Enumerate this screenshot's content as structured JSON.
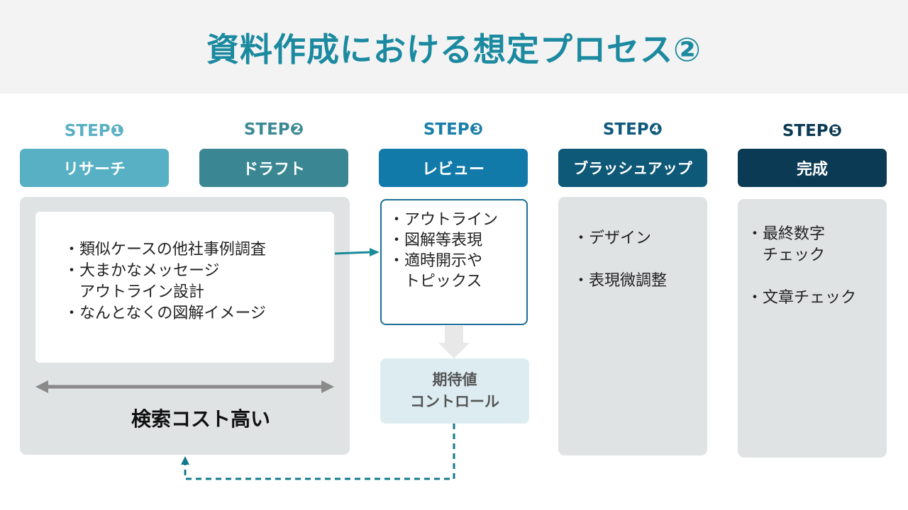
{
  "title": "資料作成における想定プロセス②",
  "steps": [
    {
      "label": "STEP❶",
      "name": "リサーチ",
      "label_color": "#5ab0c4",
      "pill_color": "#58b0c4"
    },
    {
      "label": "STEP❷",
      "name": "ドラフト",
      "label_color": "#3d8a96",
      "pill_color": "#3a8793"
    },
    {
      "label": "STEP❸",
      "name": "レビュー",
      "label_color": "#1a7fa8",
      "pill_color": "#127aa9"
    },
    {
      "label": "STEP❹",
      "name": "ブラッシュアップ",
      "label_color": "#0f5a7c",
      "pill_color": "#0e5878"
    },
    {
      "label": "STEP❺",
      "name": "完成",
      "label_color": "#0c3b54",
      "pill_color": "#0b3a54"
    }
  ],
  "research_items": [
    "・類似ケースの他社事例調査",
    "・大まかなメッセージ",
    "　アウトライン設計",
    "・なんとなくの図解イメージ"
  ],
  "search_cost_label": "検索コスト高い",
  "review_items": [
    "・アウトライン",
    "・図解等表現",
    "・適時開示や",
    "　トピックス"
  ],
  "expectation_control": [
    "期待値",
    "コントロール"
  ],
  "brushup_items": [
    "・デザイン",
    "・表現微調整"
  ],
  "complete_items": [
    "・最終数字",
    "　チェック",
    "・文章チェック"
  ],
  "colors": {
    "title": "#1b8aa0",
    "panel": "#dfe3e3",
    "arrow_teal": "#1a8a9b",
    "dashed": "#137a8e",
    "double_arrow": "#8a8a8a",
    "down_arrow": "#e8e8e8"
  }
}
